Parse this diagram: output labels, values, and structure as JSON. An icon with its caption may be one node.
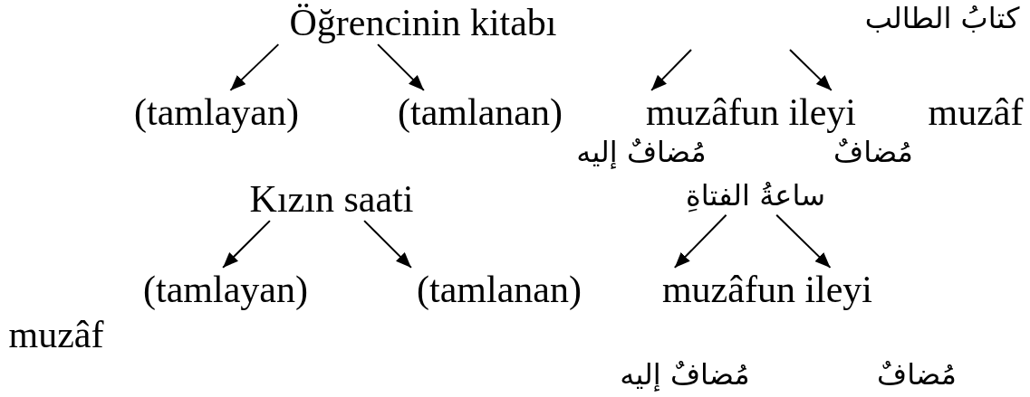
{
  "diagram": {
    "nodes": [
      {
        "text": [
          "Öğrencinin kitabı"
        ]
      },
      {
        "text": [
          "(tamlayan)"
        ]
      },
      {
        "text": [
          "(tamlanan)"
        ]
      },
      {
        "text": [
          "كتابُ الطالب"
        ]
      },
      {
        "text": [
          "muzâfun ileyi"
        ]
      },
      {
        "text": [
          "muzâf"
        ]
      },
      {
        "text": [
          "Kızın saati"
        ]
      },
      {
        "text": [
          "ساعةُ الفتاةِ"
        ]
      },
      {
        "text": [
          "(tamlayan)"
        ]
      },
      {
        "text": [
          "(tamlanan)"
        ]
      },
      {
        "text": [
          "muzâfun ileyi"
        ]
      }
    ],
    "edges": [
      {
        "from": 0,
        "to": 1,
        "arrow": "to"
      },
      {
        "from": 0,
        "to": 2,
        "arrow": "to"
      },
      {
        "from": null,
        "to": 4,
        "arrow": "to"
      },
      {
        "from": null,
        "to": 4,
        "arrow": "to"
      },
      {
        "from": 6,
        "to": 8,
        "arrow": "to"
      },
      {
        "from": 6,
        "to": 9,
        "arrow": "to"
      },
      {
        "from": 7,
        "to": 10,
        "arrow": "to"
      },
      {
        "from": 7,
        "to": 10,
        "arrow": "to"
      }
    ],
    "labels": [
      "مُضافٌ إليه",
      "مُضافٌ",
      "muzâf",
      "مُضافٌ إليه",
      "مُضافٌ"
    ]
  }
}
